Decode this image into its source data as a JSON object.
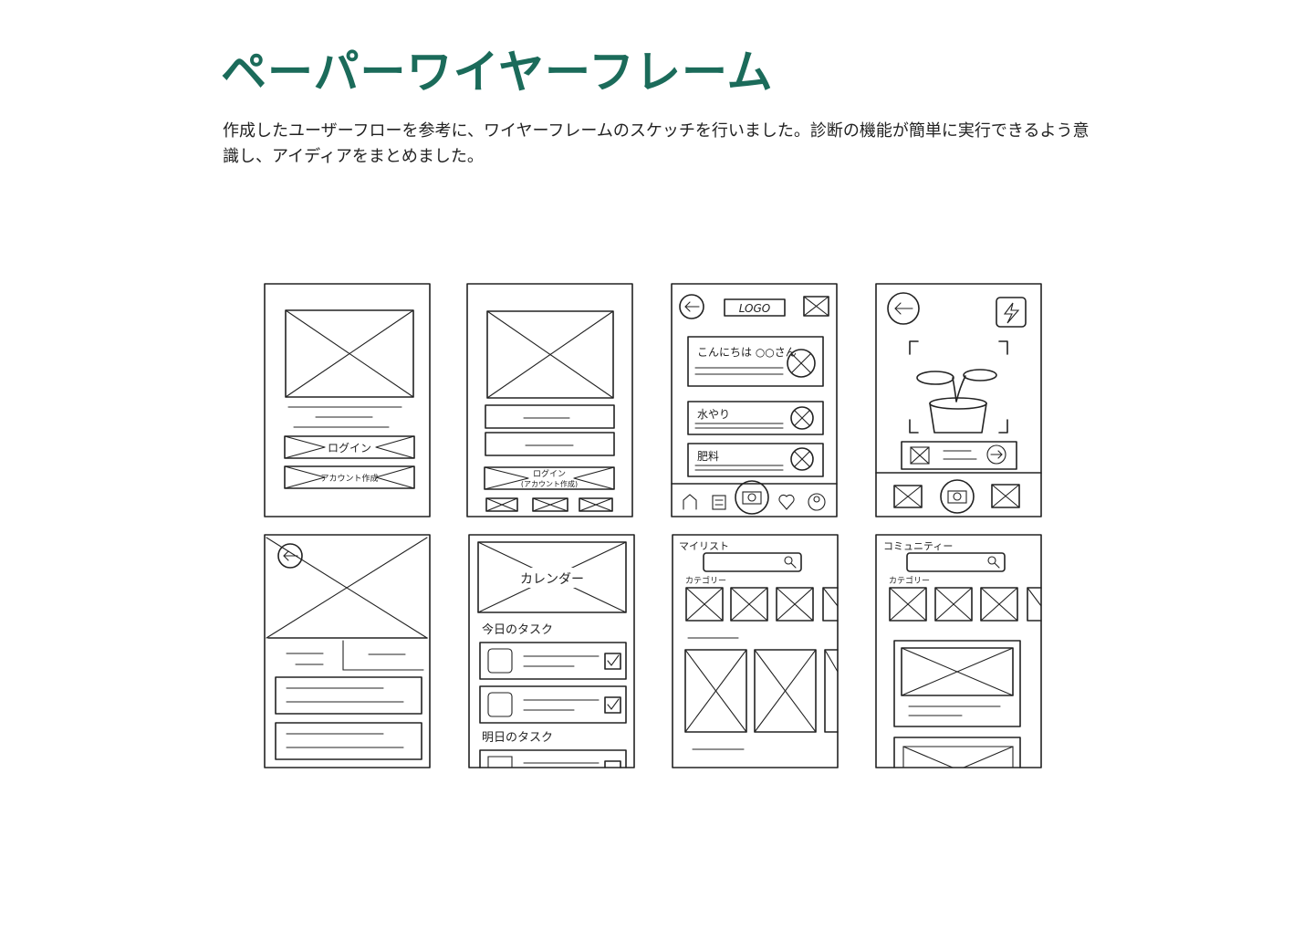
{
  "header": {
    "title": "ペーパーワイヤーフレーム",
    "description": "作成したユーザーフローを参考に、ワイヤーフレームのスケッチを行いました。診断の機能が簡単に実行できるよう意識し、アイディアをまとめました。"
  },
  "colors": {
    "title": "#1b6b5a",
    "text": "#222222",
    "sketch": "#222222"
  },
  "sketches": {
    "s1": {
      "login": "ログイン",
      "signup": "アカウント作成"
    },
    "s2": {
      "login": "ログイン",
      "signup": "(アカウント作成)"
    },
    "s3": {
      "logo": "LOGO",
      "greeting": "こんにちは ○○さん",
      "task1": "水やり",
      "task2": "肥料"
    },
    "s6": {
      "calendar": "カレンダー",
      "today": "今日のタスク",
      "tomorrow": "明日のタスク"
    },
    "s7": {
      "title": "マイリスト",
      "category": "カテゴリー"
    },
    "s8": {
      "title": "コミュニティー",
      "category": "カテゴリー"
    }
  }
}
